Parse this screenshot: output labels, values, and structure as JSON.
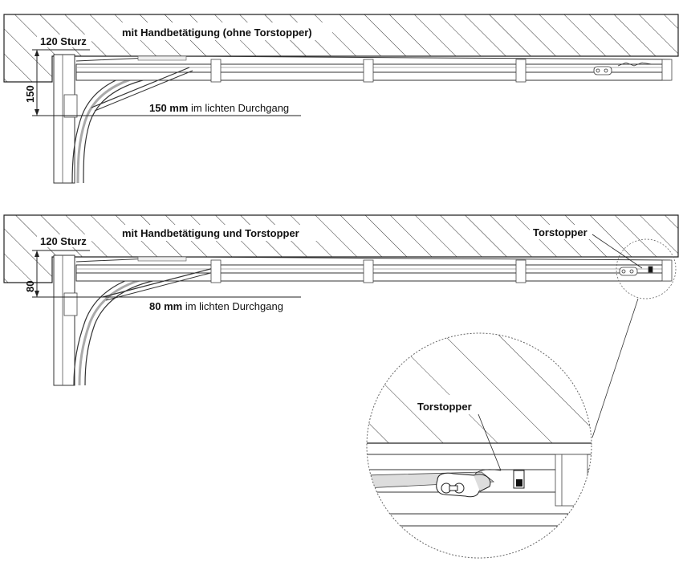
{
  "diagram1": {
    "title": "mit Handbetätigung (ohne Torstopper)",
    "sturz_label": "120 Sturz",
    "dimension_value": "150",
    "clearance_value": "150 mm",
    "clearance_text": " im lichten Durchgang"
  },
  "diagram2": {
    "title": "mit Handbetätigung und Torstopper",
    "sturz_label": "120 Sturz",
    "dimension_value": "80",
    "clearance_value": "80 mm",
    "clearance_text": " im lichten Durchgang",
    "torstopper_label": "Torstopper"
  },
  "detail": {
    "torstopper_label": "Torstopper"
  }
}
